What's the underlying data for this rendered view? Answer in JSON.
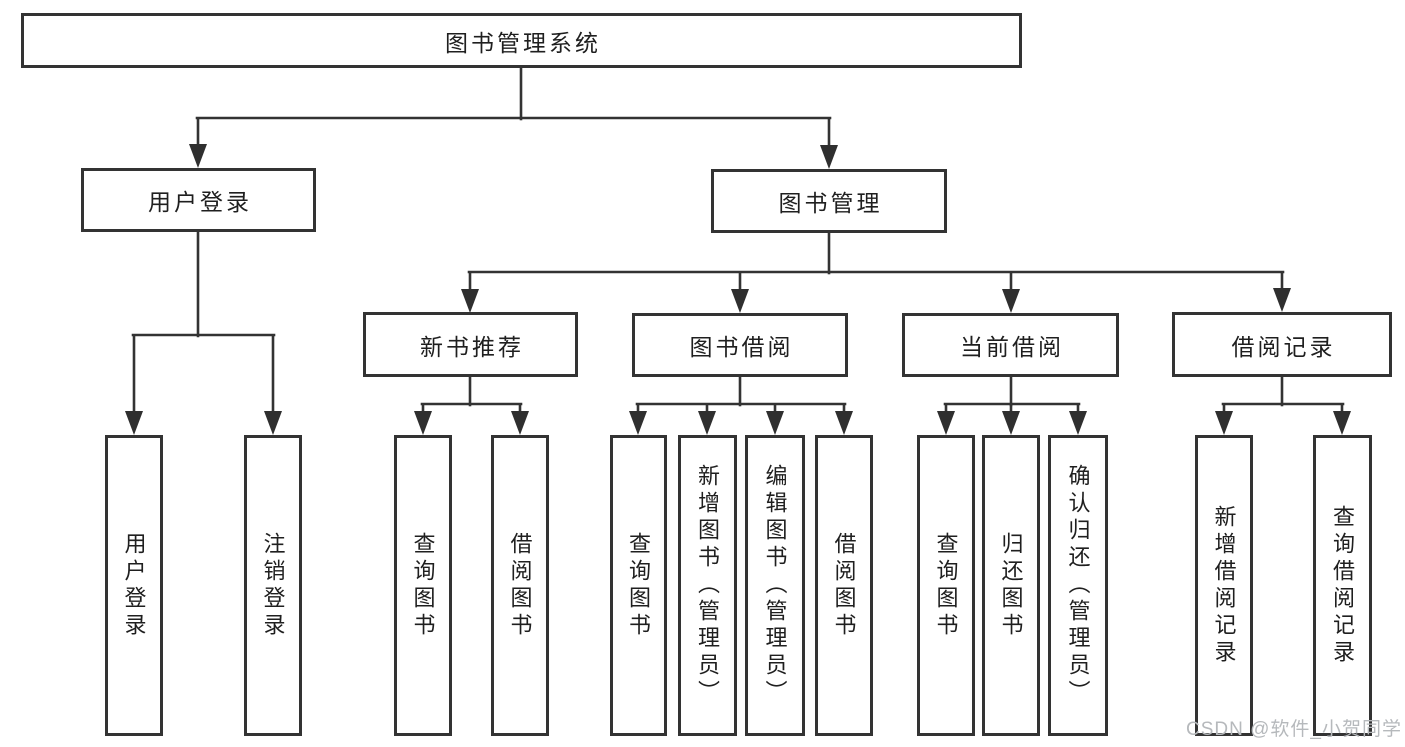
{
  "tree": {
    "label": "图书管理系统",
    "children": [
      {
        "label": "用户登录",
        "children": [
          {
            "label": "用户登录"
          },
          {
            "label": "注销登录"
          }
        ]
      },
      {
        "label": "图书管理",
        "children": [
          {
            "label": "新书推荐",
            "children": [
              {
                "label": "查询图书"
              },
              {
                "label": "借阅图书"
              }
            ]
          },
          {
            "label": "图书借阅",
            "children": [
              {
                "label": "查询图书"
              },
              {
                "label": "新增图书（管理员）"
              },
              {
                "label": "编辑图书（管理员）"
              },
              {
                "label": "借阅图书"
              }
            ]
          },
          {
            "label": "当前借阅",
            "children": [
              {
                "label": "查询图书"
              },
              {
                "label": "归还图书"
              },
              {
                "label": "确认归还（管理员）"
              }
            ]
          },
          {
            "label": "借阅记录",
            "children": [
              {
                "label": "新增借阅记录"
              },
              {
                "label": "查询借阅记录"
              }
            ]
          }
        ]
      }
    ]
  },
  "watermark": "CSDN @软件_小贺同学",
  "colors": {
    "line": "#333333",
    "arrow": "#2f2f2f",
    "box_border": "#333333",
    "text": "#1f1f1f",
    "watermark": "#b6b9bc",
    "background": "#ffffff"
  }
}
